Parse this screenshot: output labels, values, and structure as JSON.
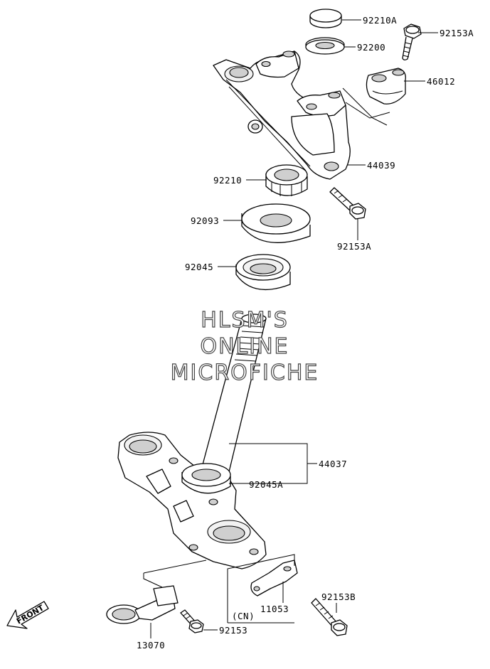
{
  "watermark": {
    "line1": "HLSM'S",
    "line2": "ONLINE",
    "line3": "MICROFICHE"
  },
  "front_label": "FRONT",
  "part_labels": {
    "p92210A": "92210A",
    "p92153A_top": "92153A",
    "p92200": "92200",
    "p46012": "46012",
    "p44039": "44039",
    "p92210": "92210",
    "p92093": "92093",
    "p92153A_mid": "92153A",
    "p92045": "92045",
    "p44037": "44037",
    "p92045A": "92045A",
    "p92153B": "92153B",
    "p11053": "11053",
    "pCN": "(CN)",
    "p92153": "92153",
    "p13070": "13070"
  }
}
